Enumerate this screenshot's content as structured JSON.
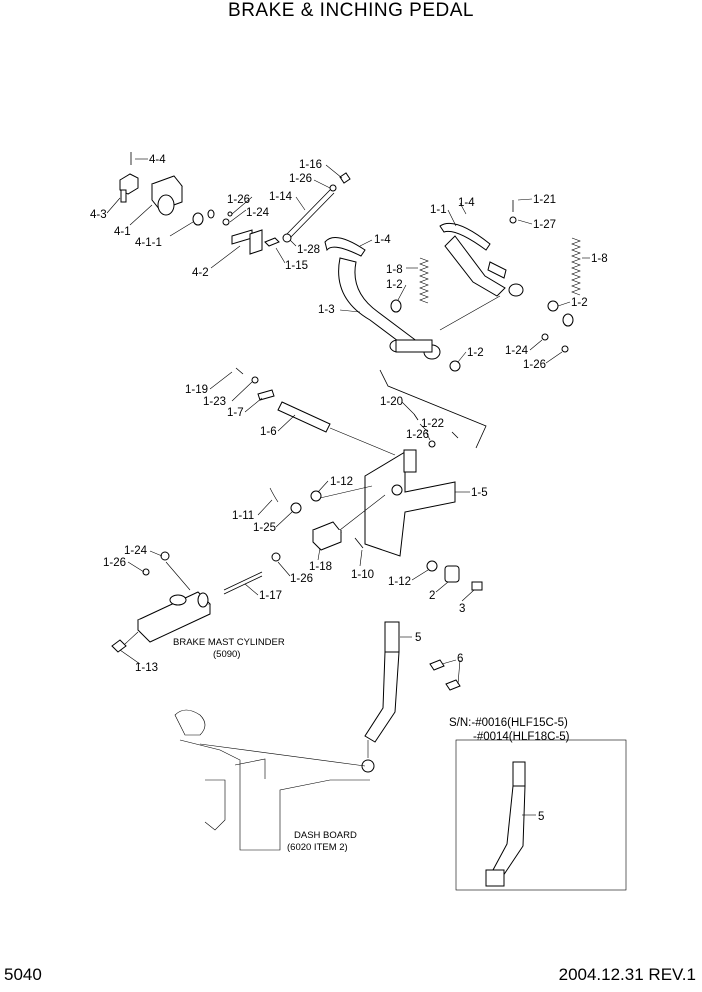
{
  "title": "BRAKE & INCHING PEDAL",
  "footer": {
    "page_number": "5040",
    "revision": "2004.12.31  REV.1"
  },
  "labels": {
    "l_4_4": "4-4",
    "l_4_3": "4-3",
    "l_4_1": "4-1",
    "l_4_1_1": "4-1-1",
    "l_4_2": "4-2",
    "l_1_26_a": "1-26",
    "l_1_24_a": "1-24",
    "l_1_16": "1-16",
    "l_1_26_b": "1-26",
    "l_1_14": "1-14",
    "l_1_28": "1-28",
    "l_1_15": "1-15",
    "l_1_4_a": "1-4",
    "l_1_1": "1-1",
    "l_1_4_b": "1-4",
    "l_1_21": "1-21",
    "l_1_27": "1-27",
    "l_1_8_a": "1-8",
    "l_1_8_b": "1-8",
    "l_1_2_a": "1-2",
    "l_1_2_b": "1-2",
    "l_1_3": "1-3",
    "l_1_2_c": "1-2",
    "l_1_24_b": "1-24",
    "l_1_26_c": "1-26",
    "l_1_19": "1-19",
    "l_1_23": "1-23",
    "l_1_7": "1-7",
    "l_1_6": "1-6",
    "l_1_20": "1-20",
    "l_1_22": "1-22",
    "l_1_26_d": "1-26",
    "l_1_12_a": "1-12",
    "l_1_5": "1-5",
    "l_1_11": "1-11",
    "l_1_25": "1-25",
    "l_1_24_c": "1-24",
    "l_1_26_e": "1-26",
    "l_1_18": "1-18",
    "l_1_26_f": "1-26",
    "l_1_10": "1-10",
    "l_1_12_b": "1-12",
    "l_2": "2",
    "l_3": "3",
    "l_1_17": "1-17",
    "l_1_13": "1-13",
    "l_5_a": "5",
    "l_6": "6",
    "l_5_b": "5"
  },
  "notes": {
    "brake_master_cylinder": "BRAKE MAST CYLINDER",
    "brake_master_cylinder_ref": "(5090)",
    "dash_board": "DASH BOARD",
    "dash_board_ref": "(6020 ITEM 2)",
    "sn_line_1": "S/N:-#0016(HLF15C-5)",
    "sn_line_2": "-#0014(HLF18C-5)"
  }
}
